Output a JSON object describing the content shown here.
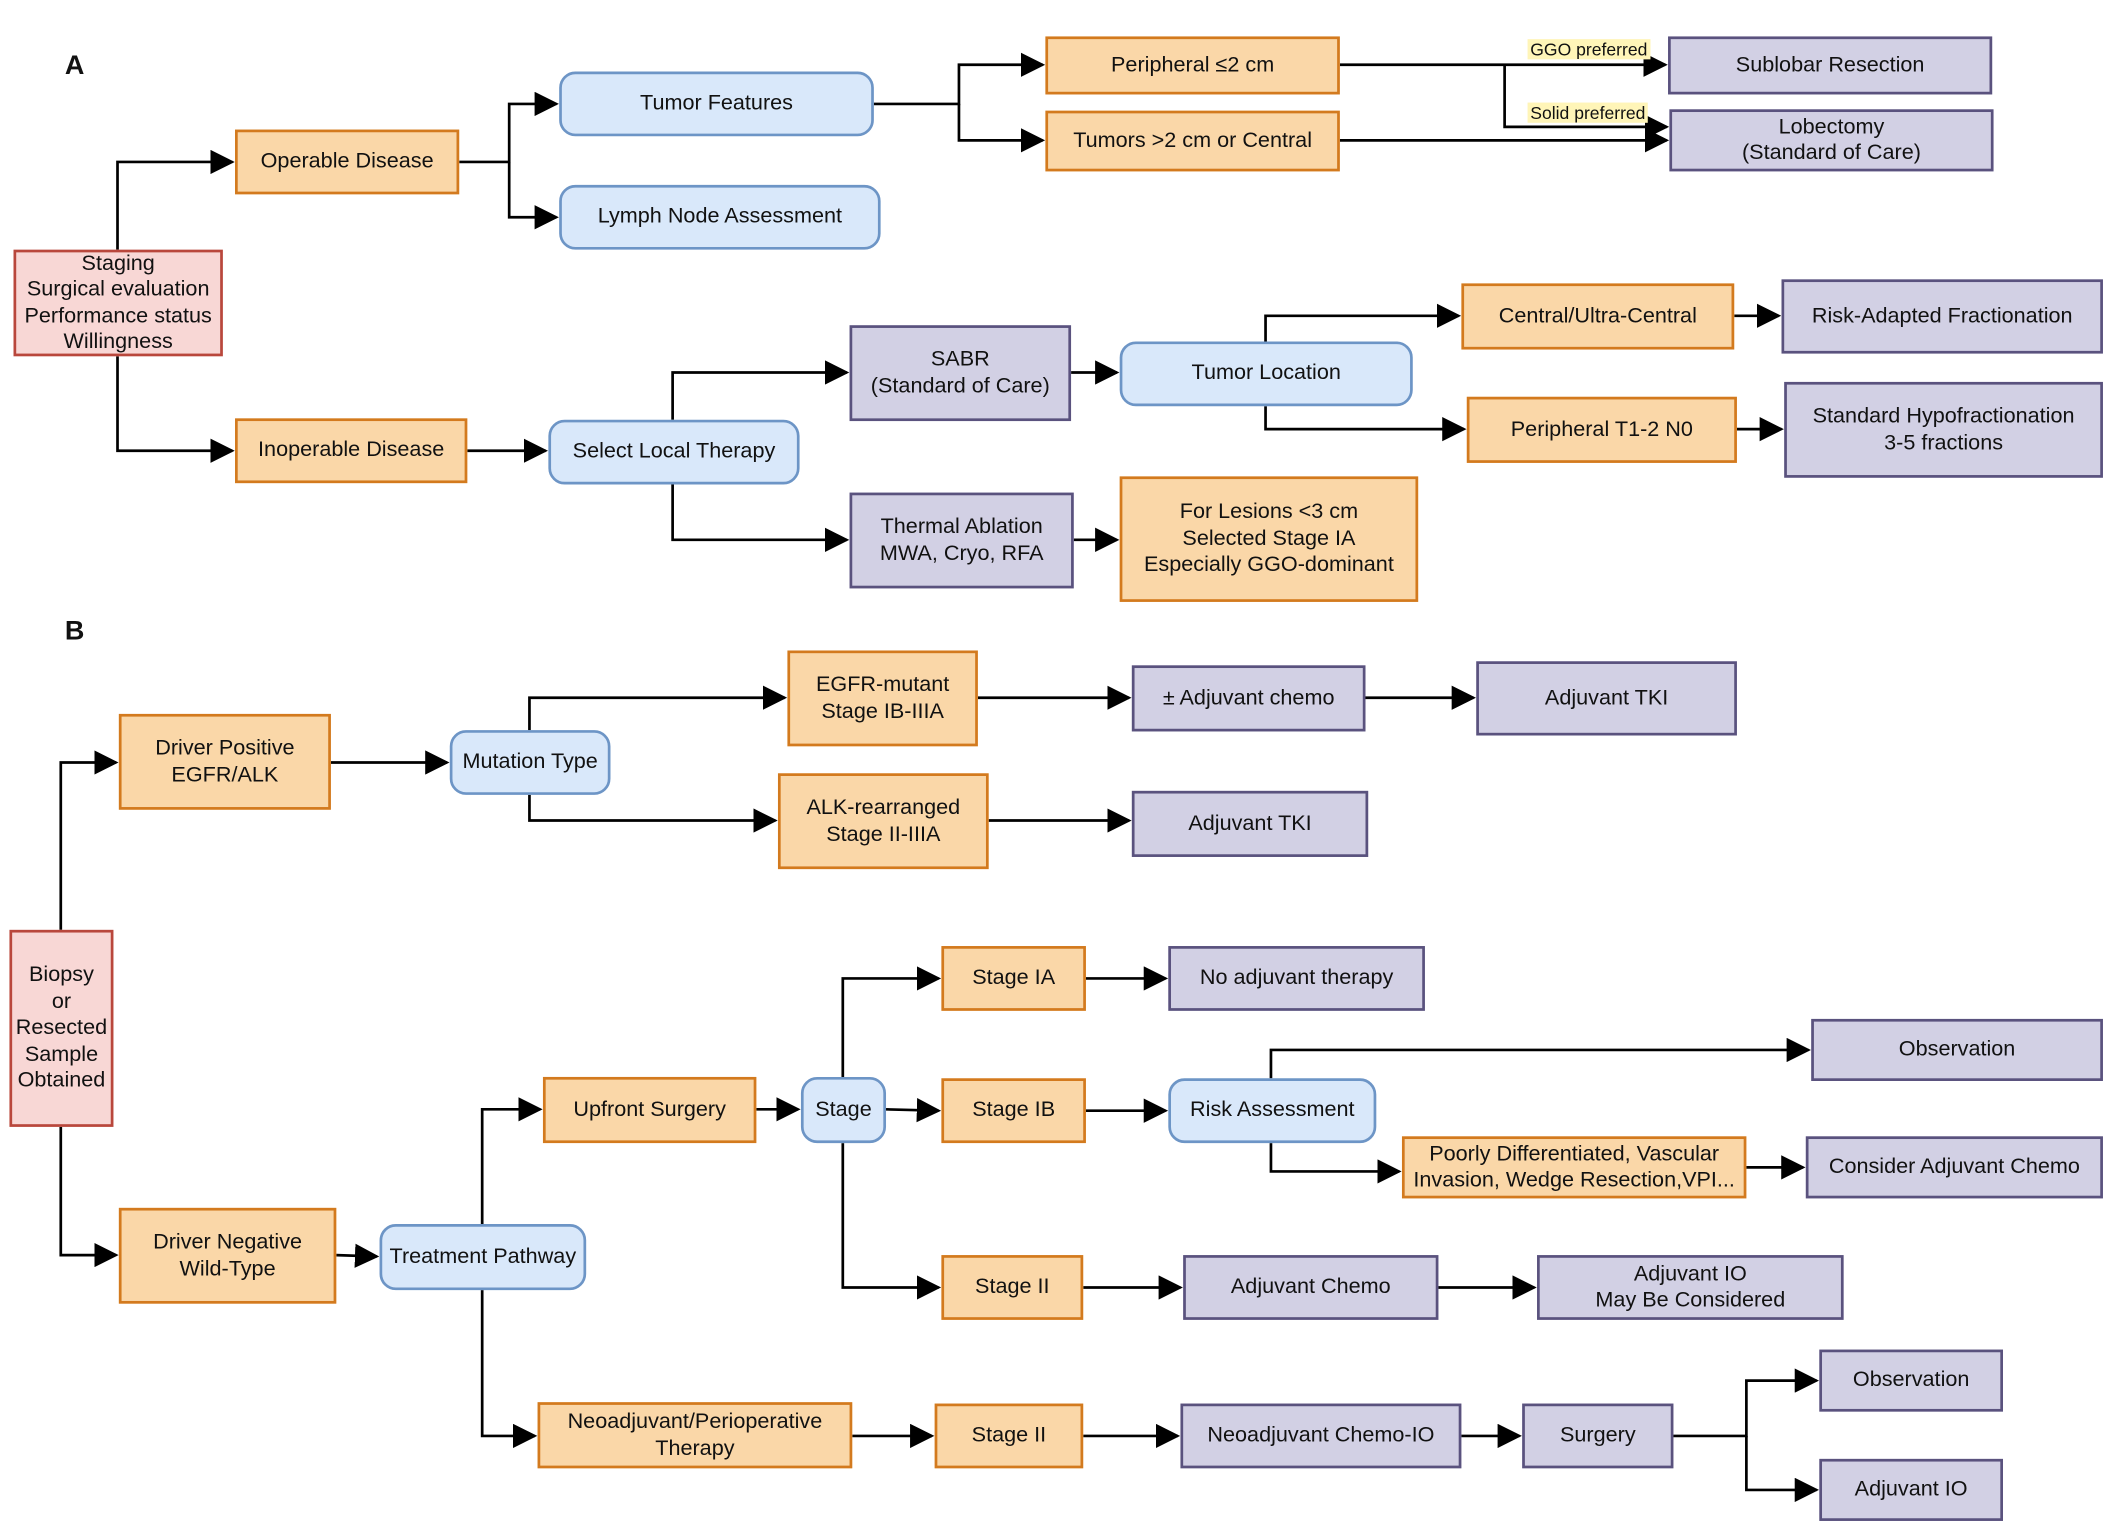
{
  "panels": {
    "a": "A",
    "b": "B"
  },
  "colors": {
    "red": "#f8d7d5",
    "orange": "#fad7a8",
    "blue": "#d9e8fa",
    "purple": "#d2d0e4"
  },
  "nodes": {
    "staging": "Staging\nSurgical evaluation\nPerformance status\nWillingness",
    "operable": "Operable Disease",
    "inoperable": "Inoperable Disease",
    "tumor_features": "Tumor Features",
    "lymph_node": "Lymph Node Assessment",
    "peripheral_2cm": "Peripheral ≤2 cm",
    "tumors_gt2": "Tumors >2 cm or Central",
    "sublobar": "Sublobar Resection",
    "lobectomy": "Lobectomy\n(Standard of Care)",
    "select_local": "Select Local Therapy",
    "sabr": "SABR\n(Standard of Care)",
    "thermal": "Thermal Ablation\nMWA, Cryo, RFA",
    "tumor_location": "Tumor Location",
    "central": "Central/Ultra-Central",
    "peripheral_t12": "Peripheral T1-2 N0",
    "risk_adapted": "Risk-Adapted Fractionation",
    "standard_hypo": "Standard Hypofractionation\n3-5 fractions",
    "lesions": "For Lesions <3 cm\nSelected Stage IA\nEspecially GGO-dominant",
    "biopsy": "Biopsy\nor\nResected\nSample\nObtained",
    "driver_pos": "Driver Positive\nEGFR/ALK",
    "driver_neg": "Driver Negative\nWild-Type",
    "mutation_type": "Mutation Type",
    "egfr": "EGFR-mutant\nStage IB-IIIA",
    "alk": "ALK-rearranged\nStage II-IIIA",
    "adj_chemo_pm": "± Adjuvant chemo",
    "adj_tki_1": "Adjuvant TKI",
    "adj_tki_2": "Adjuvant TKI",
    "treatment_pathway": "Treatment Pathway",
    "upfront_surgery": "Upfront Surgery",
    "neoadjuvant": "Neoadjuvant/Perioperative\nTherapy",
    "stage": "Stage",
    "stage_ia": "Stage IA",
    "stage_ib": "Stage IB",
    "stage_ii_a": "Stage II",
    "stage_ii_b": "Stage II",
    "no_adjuvant": "No adjuvant therapy",
    "risk_assessment": "Risk Assessment",
    "observation_1": "Observation",
    "poorly_diff": "Poorly Differentiated, Vascular\nInvasion, Wedge Resection,VPI...",
    "consider_chemo": "Consider Adjuvant Chemo",
    "adj_chemo": "Adjuvant Chemo",
    "adj_io_considered": "Adjuvant IO\nMay Be Considered",
    "neo_chemo_io": "Neoadjuvant Chemo-IO",
    "surgery": "Surgery",
    "observation_2": "Observation",
    "adj_io": "Adjuvant IO"
  },
  "edge_labels": {
    "ggo": "GGO preferred",
    "solid": "Solid preferred"
  }
}
